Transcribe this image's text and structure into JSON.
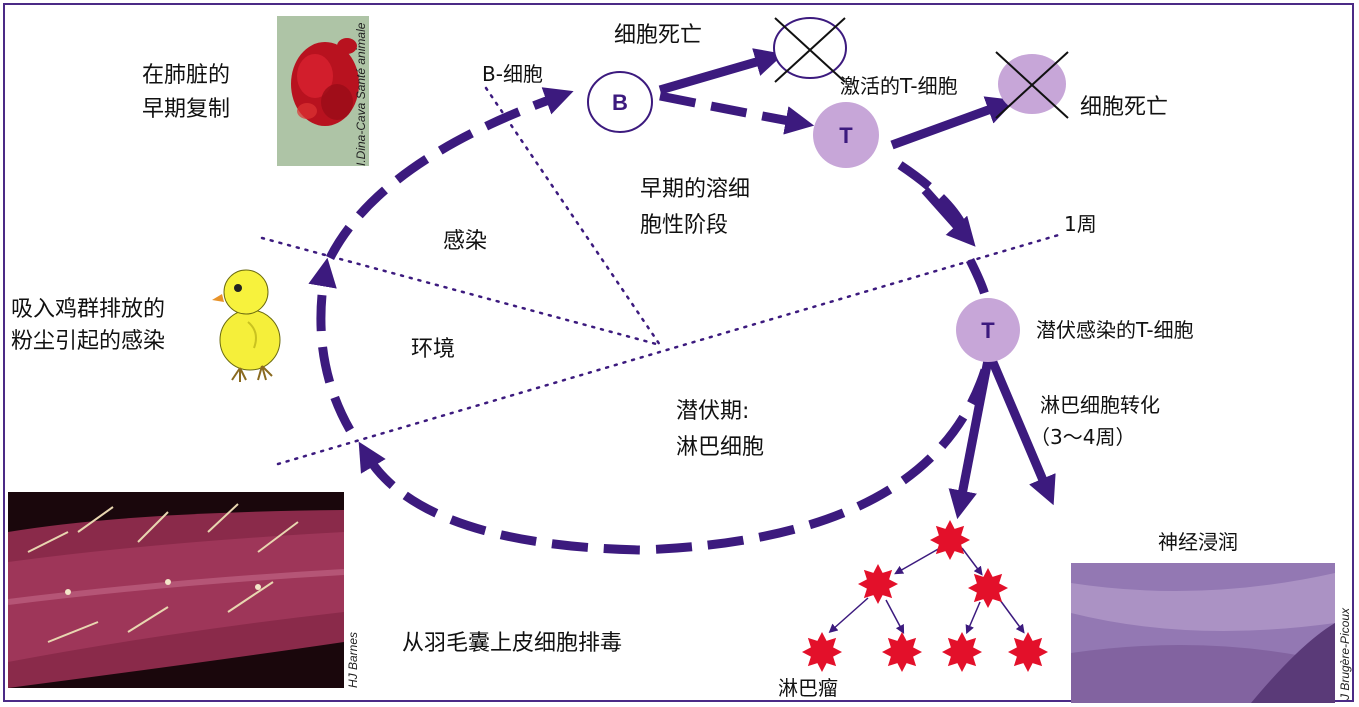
{
  "labels": {
    "lung_replication": [
      "在肺脏的",
      "早期复制"
    ],
    "b_cell": "B-细胞",
    "cell_death_top": "细胞死亡",
    "activated_t": "激活的T-细胞",
    "cell_death_right": "细胞死亡",
    "infection": "感染",
    "early_lytic": [
      "早期的溶细",
      "胞性阶段"
    ],
    "one_week": "1周",
    "inhale": [
      "吸入鸡群排放的",
      "粉尘引起的感染"
    ],
    "environment": "环境",
    "latent_t": "潜伏感染的T-细胞",
    "latent_phase": [
      "潜伏期:",
      "淋巴细胞"
    ],
    "transformation": [
      "淋巴细胞转化",
      "（3～4周）"
    ],
    "nerve": "神经浸润",
    "shedding": "从羽毛囊上皮细胞排毒",
    "lymphoma": "淋巴瘤"
  },
  "nodes": {
    "b_letter": "B",
    "t_active_letter": "T",
    "t_latent_letter": "T"
  },
  "credits": {
    "lung_photo": "I.Dina-Cava Santé animale",
    "skin_photo": "HJ Barnes",
    "nerve_photo": "J Brugère-Picoux"
  },
  "colors": {
    "arrow": "#3c1a7e",
    "t_cell": "#c7a6d8",
    "b_cell_border": "#3c1a7e",
    "tumor": "#e3102a",
    "frame": "#4b2a86"
  }
}
